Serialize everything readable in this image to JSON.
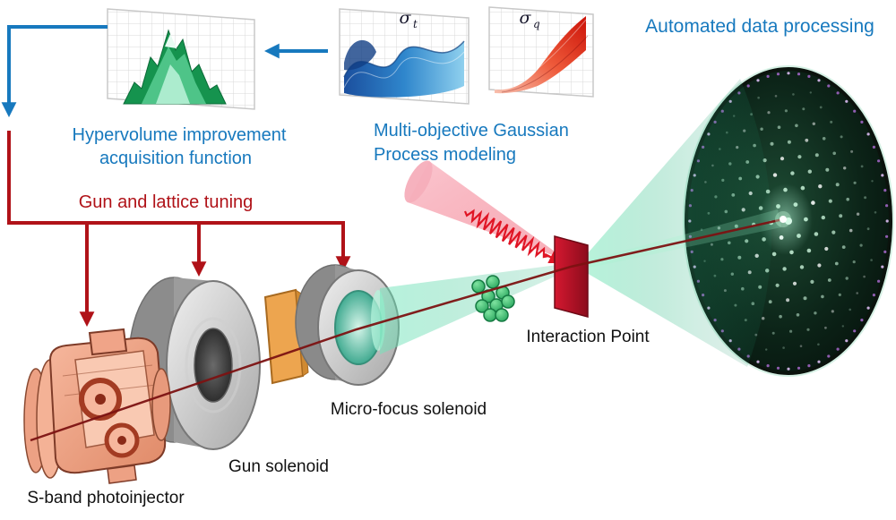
{
  "diagram": {
    "flow": {
      "automated": "Automated data processing",
      "hypervolume_1": "Hypervolume improvement",
      "hypervolume_2": "acquisition function",
      "gp_1": "Multi-objective Gaussian",
      "gp_2": "Process modeling",
      "tuning": "Gun and lattice tuning"
    },
    "plots": {
      "sigma_t": {
        "symbol": "σ",
        "subscript": "t"
      },
      "sigma_q": {
        "symbol": "σ",
        "subscript": "q"
      }
    },
    "components": {
      "interaction_point": "Interaction Point",
      "micro_focus_solenoid": "Micro-focus solenoid",
      "gun_solenoid": "Gun solenoid",
      "sband_photoinjector": "S-band photoinjector"
    },
    "colors": {
      "flow_blue": "#1779be",
      "tuning_red": "#b01218",
      "beam_red": "#7c1212",
      "label_black": "#111111",
      "sigma_dark": "#15152a",
      "cone_green": "#3fc99a",
      "laser_pink": "#f07d95",
      "plate_orange": "#eda54f",
      "ip_red": "#b11226"
    }
  }
}
